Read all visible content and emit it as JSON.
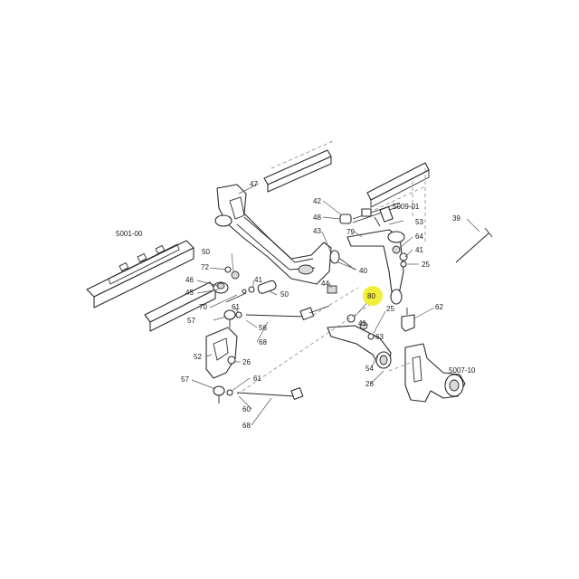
{
  "colors": {
    "line": "#2b2b2b",
    "highlight": "#f2ee3a",
    "background": "#ffffff"
  },
  "references": [
    {
      "id": "ref-5001-00",
      "text": "5001-00"
    },
    {
      "id": "ref-5009-01",
      "text": "5009-01"
    },
    {
      "id": "ref-5007-10",
      "text": "5007-10"
    }
  ],
  "callouts": [
    {
      "id": "c47",
      "text": "47"
    },
    {
      "id": "c42",
      "text": "42"
    },
    {
      "id": "c48",
      "text": "48"
    },
    {
      "id": "c43",
      "text": "43"
    },
    {
      "id": "c44",
      "text": "44"
    },
    {
      "id": "c40",
      "text": "40"
    },
    {
      "id": "c79",
      "text": "79"
    },
    {
      "id": "c53",
      "text": "53"
    },
    {
      "id": "c64",
      "text": "64"
    },
    {
      "id": "c41a",
      "text": "41"
    },
    {
      "id": "c25a",
      "text": "25"
    },
    {
      "id": "c39",
      "text": "39"
    },
    {
      "id": "c50a",
      "text": "50"
    },
    {
      "id": "c72",
      "text": "72"
    },
    {
      "id": "c46",
      "text": "46"
    },
    {
      "id": "c45",
      "text": "45"
    },
    {
      "id": "c70",
      "text": "70"
    },
    {
      "id": "c57a",
      "text": "57"
    },
    {
      "id": "c41b",
      "text": "41"
    },
    {
      "id": "c50b",
      "text": "50"
    },
    {
      "id": "c61a",
      "text": "61"
    },
    {
      "id": "c56",
      "text": "56"
    },
    {
      "id": "c68a",
      "text": "68"
    },
    {
      "id": "c52",
      "text": "52"
    },
    {
      "id": "c26a",
      "text": "26"
    },
    {
      "id": "c57b",
      "text": "57"
    },
    {
      "id": "c61b",
      "text": "61"
    },
    {
      "id": "c60",
      "text": "60"
    },
    {
      "id": "c68b",
      "text": "68"
    },
    {
      "id": "c80",
      "text": "80"
    },
    {
      "id": "c25b",
      "text": "25"
    },
    {
      "id": "c62",
      "text": "62"
    },
    {
      "id": "c41c",
      "text": "41"
    },
    {
      "id": "c63",
      "text": "63"
    },
    {
      "id": "c54",
      "text": "54"
    },
    {
      "id": "c26b",
      "text": "26"
    }
  ]
}
